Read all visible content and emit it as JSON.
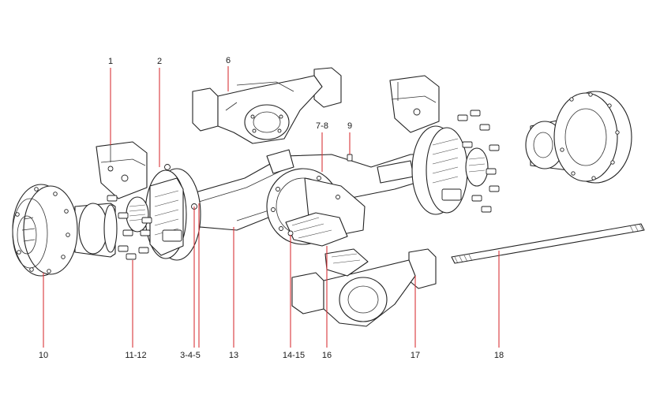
{
  "callouts": [
    {
      "id": "c1",
      "label": "1"
    },
    {
      "id": "c2",
      "label": "2"
    },
    {
      "id": "c6",
      "label": "6"
    },
    {
      "id": "c78",
      "label": "7-8"
    },
    {
      "id": "c9",
      "label": "9"
    },
    {
      "id": "c10",
      "label": "10"
    },
    {
      "id": "c1112",
      "label": "11-12"
    },
    {
      "id": "c345",
      "label": "3-4-5"
    },
    {
      "id": "c13",
      "label": "13"
    },
    {
      "id": "c1415",
      "label": "14-15"
    },
    {
      "id": "c16",
      "label": "16"
    },
    {
      "id": "c17",
      "label": "17"
    },
    {
      "id": "c18",
      "label": "18"
    }
  ],
  "colors": {
    "leader": "#d9343a",
    "line": "#222222",
    "background": "#ffffff"
  }
}
